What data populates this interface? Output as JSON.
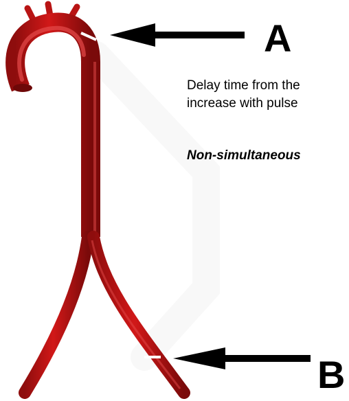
{
  "labels": {
    "a": "A",
    "b": "B"
  },
  "caption": {
    "line1": "Delay time from the",
    "line2": "increase with pulse"
  },
  "emphasis": "Non-simultaneous",
  "colors": {
    "vessel": "#c41414",
    "vessel_dark": "#8e0d0d",
    "vessel_light": "#e44a4a",
    "arrow": "#000000"
  }
}
